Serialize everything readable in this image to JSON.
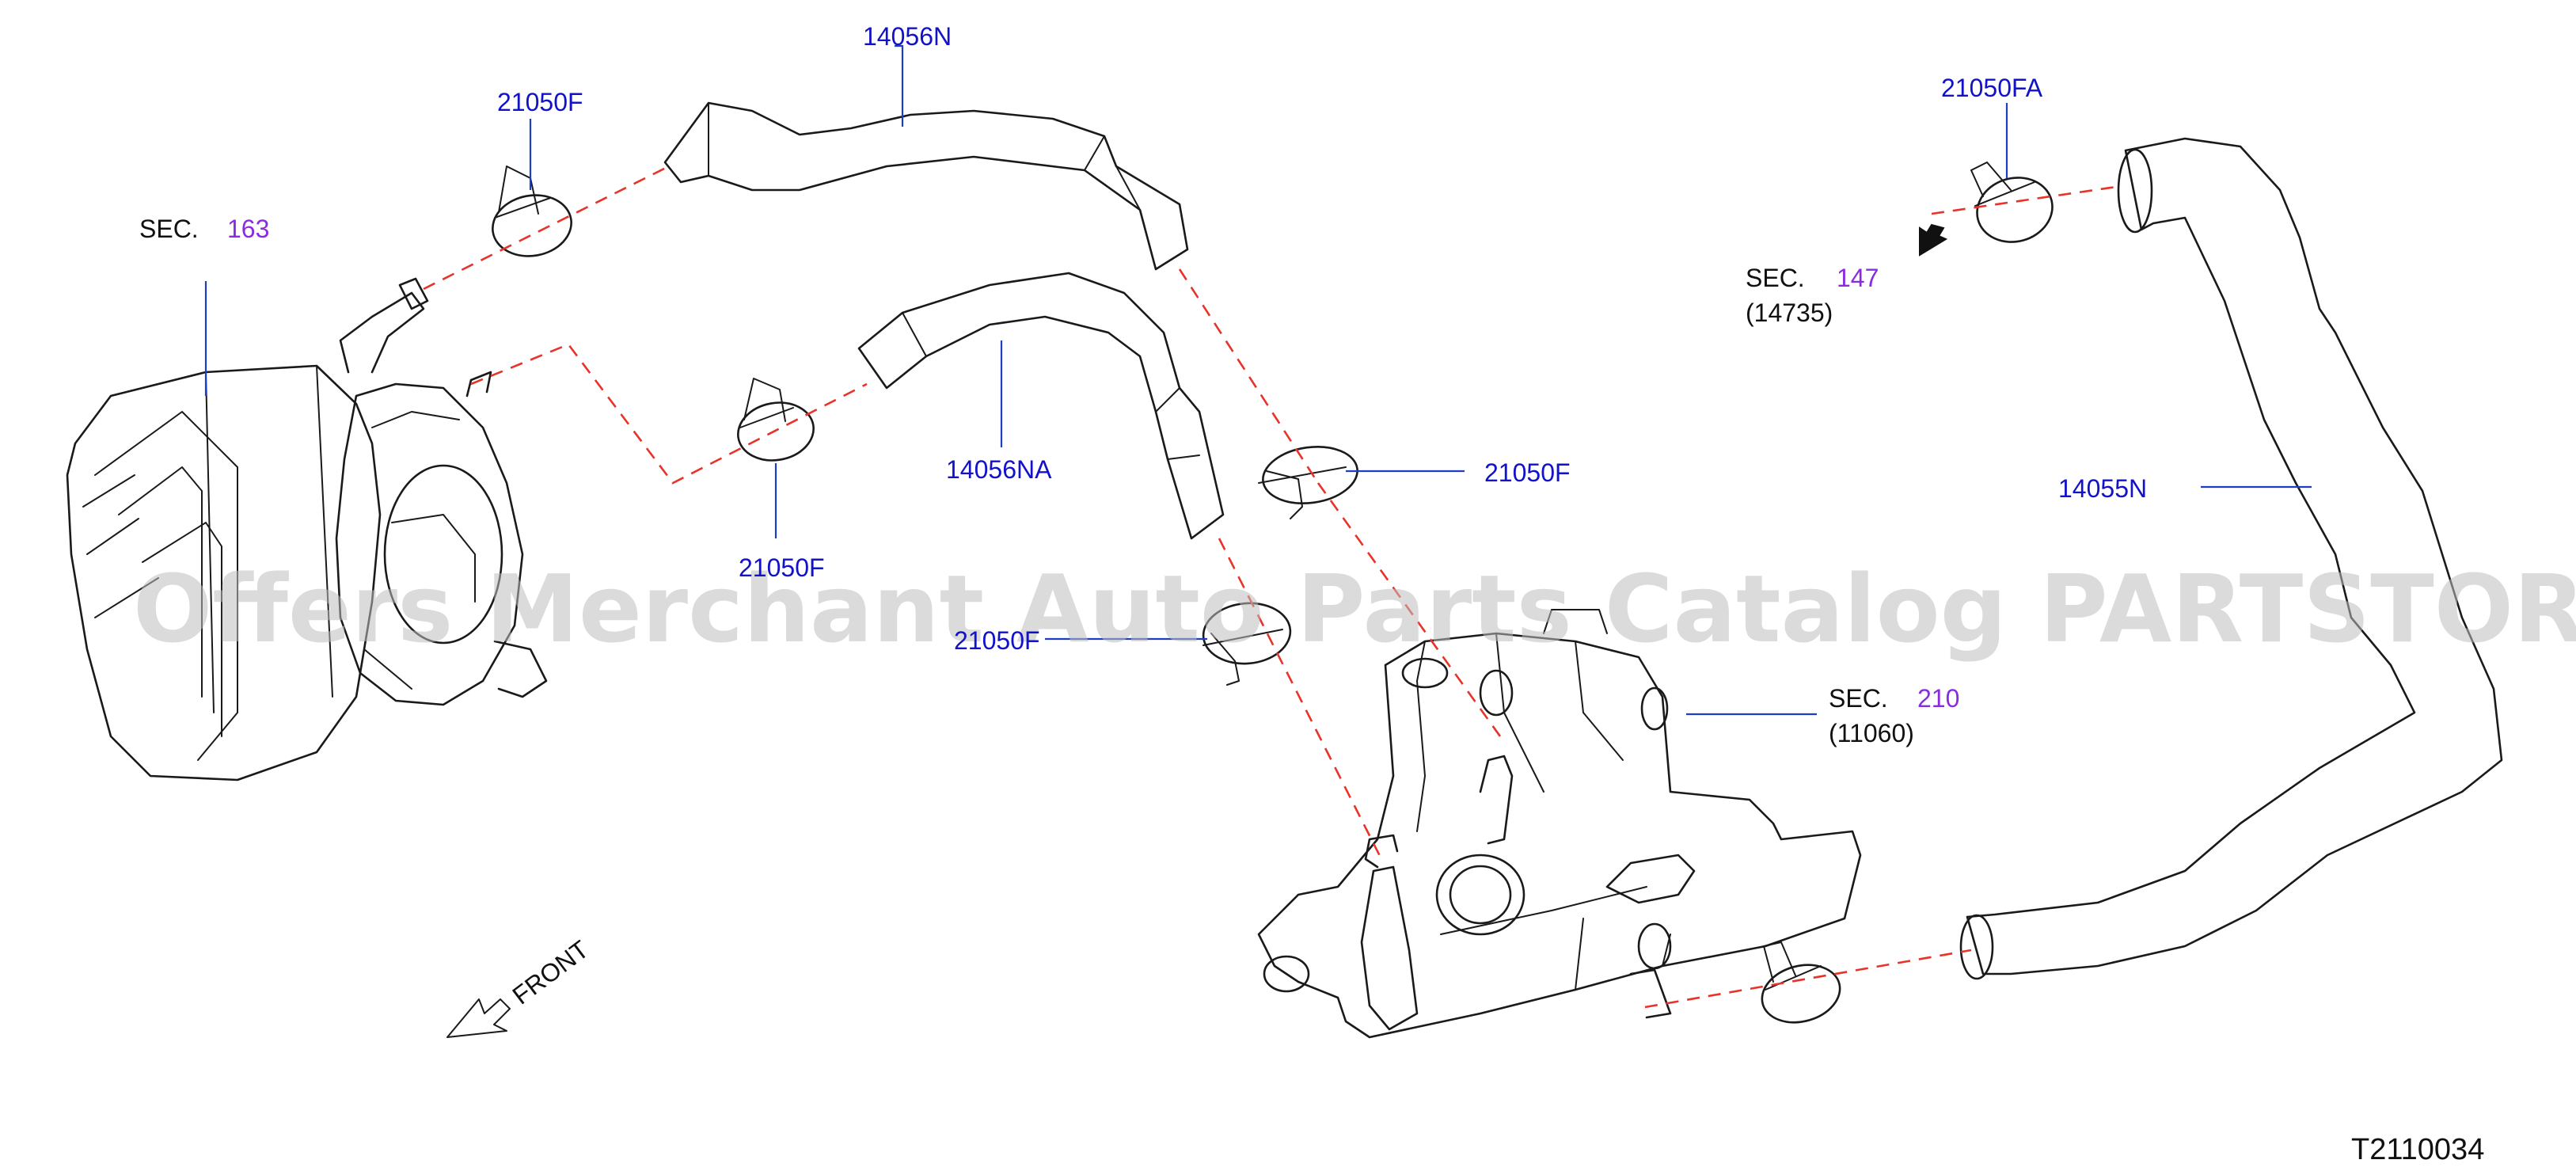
{
  "watermark": "Offers Merchant Auto Parts Catalog PARTSTORE.SA",
  "diagram_code": "T2110034",
  "front_label": "FRONT",
  "colors": {
    "part_number": "#1212c8",
    "section_number": "#8a2be2",
    "dash_line": "#e8332a",
    "leader": "#1f3fbf"
  },
  "callouts": {
    "hose_upper": "14056N",
    "hose_lower": "14056NA",
    "hose_right": "14055N",
    "clamp_top_left": "21050F",
    "clamp_mid_left": "21050F",
    "clamp_mid_right": "21050F",
    "clamp_center": "21050F",
    "clamp_top_right": "21050FA"
  },
  "sections": {
    "throttle": {
      "prefix": "SEC.",
      "number": "163",
      "sub": ""
    },
    "outlet": {
      "prefix": "SEC.",
      "number": "147",
      "sub": "(14735)"
    },
    "housing": {
      "prefix": "SEC.",
      "number": "210",
      "sub": "(11060)"
    }
  }
}
